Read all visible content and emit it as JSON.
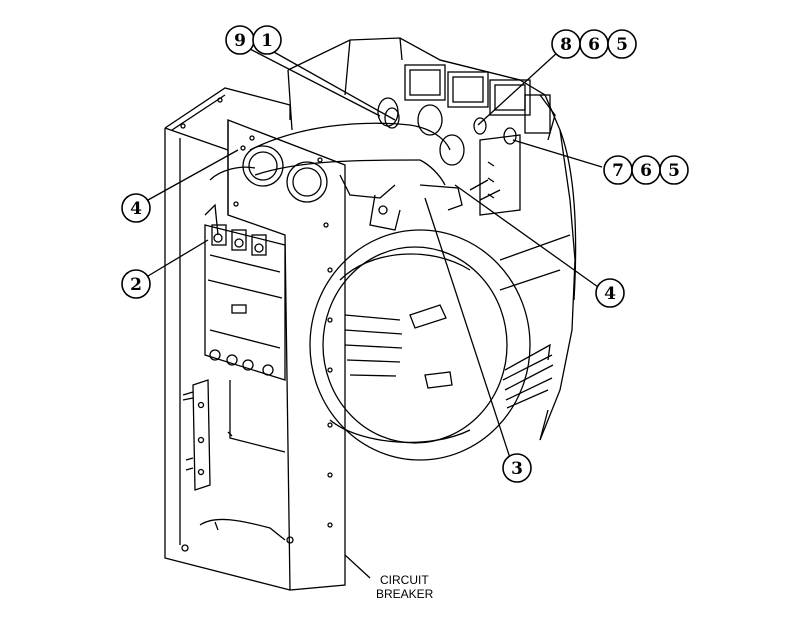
{
  "callouts": {
    "top_left": [
      "9",
      "1"
    ],
    "top_right": [
      "8",
      "6",
      "5"
    ],
    "mid_right": [
      "7",
      "6",
      "5"
    ],
    "left_upper": "4",
    "left_lower": "2",
    "right_middle": "4",
    "bottom_center": "3"
  },
  "labels": {
    "circuit": "CIRCUIT",
    "breaker": "BREAKER"
  }
}
